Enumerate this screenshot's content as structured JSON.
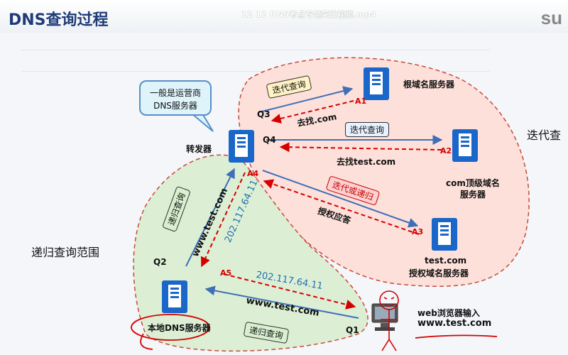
{
  "header": {
    "title": "DNS查询过程",
    "video_title": "12 12 DNS考点专题突破视频.mp4",
    "logo": "su"
  },
  "callout": {
    "line1": "一般是运营商",
    "line2": "DNS服务器"
  },
  "nodes": {
    "forwarder": "转发器",
    "root": "根域名服务器",
    "com_line1": "com顶级域名",
    "com_line2": "服务器",
    "test_line1": "test.com",
    "test_line2": "授权域名服务器",
    "local": "本地DNS服务器",
    "browser_line1": "web浏览器输入",
    "browser_line2": "www.test.com"
  },
  "regions": {
    "iterative": "迭代查",
    "recursive": "递归查询范围"
  },
  "labels": {
    "iter_query_1": "迭代查询",
    "iter_query_2": "迭代查询",
    "iter_or_recur": "迭代或递归",
    "recur_query_1": "递归查询",
    "recur_query_2": "递归查询",
    "go_com": "去找.com",
    "go_test": "去找test.com",
    "auth_answer": "授权应答",
    "www_up": "www.test.com",
    "ip_down": "202.117.64.11",
    "ip_bottom": "202.117.64.11",
    "www_bottom": "www.test.com"
  },
  "markers": {
    "q1": "Q1",
    "q2": "Q2",
    "q3": "Q3",
    "q4": "Q4",
    "a1": "A1",
    "a2": "A2",
    "a3": "A3",
    "a4": "A4",
    "a5": "A5"
  },
  "colors": {
    "title": "#1f3b78",
    "iter_region": "#fde0da",
    "recur_region": "#dcefd5",
    "arrow_blue": "#3f6fb6",
    "arrow_red": "#d40000",
    "server": "#1a66c9"
  }
}
